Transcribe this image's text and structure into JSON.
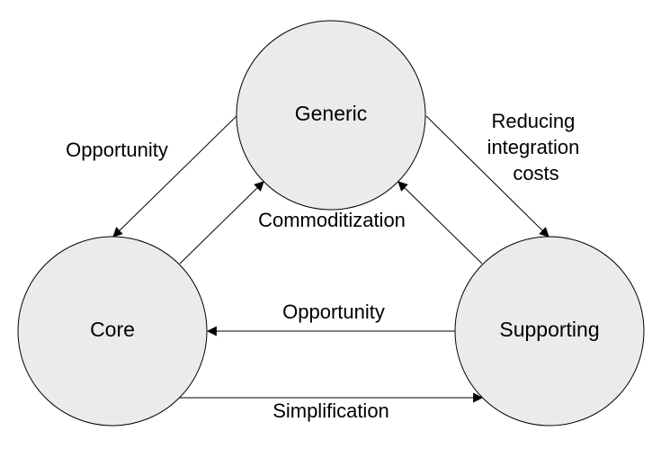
{
  "diagram": {
    "nodes": {
      "generic": {
        "label": "Generic"
      },
      "core": {
        "label": "Core"
      },
      "supporting": {
        "label": "Supporting"
      }
    },
    "edges": {
      "generic_to_core": {
        "label": "Opportunity"
      },
      "core_to_generic": {
        "label": "Commoditization"
      },
      "generic_to_supporting": {
        "label_lines": [
          "Reducing",
          "integration",
          "costs"
        ]
      },
      "supporting_to_generic": {
        "label": ""
      },
      "supporting_to_core": {
        "label": "Opportunity"
      },
      "core_to_supporting": {
        "label": "Simplification"
      }
    },
    "colors": {
      "node_fill": "#ebebeb",
      "stroke": "#000000",
      "background": "#ffffff"
    }
  }
}
